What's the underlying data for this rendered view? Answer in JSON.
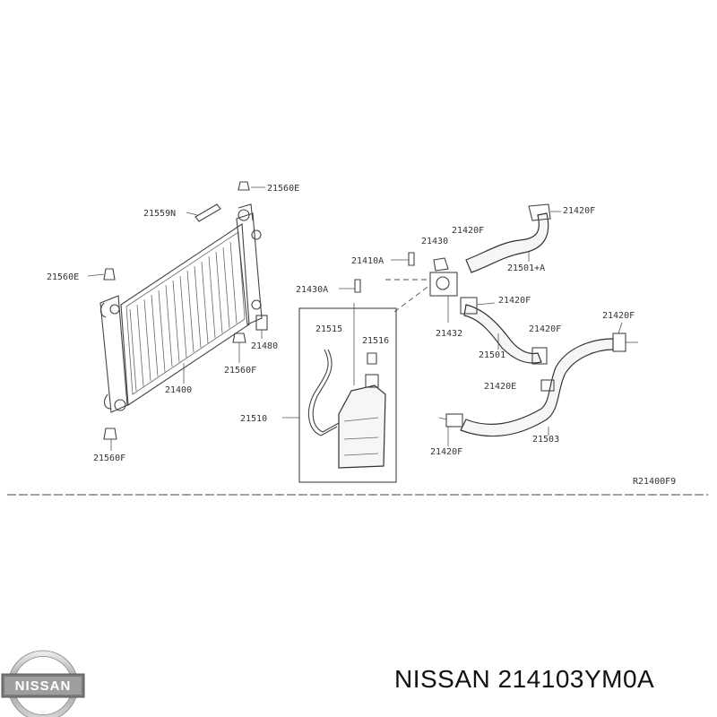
{
  "parts": {
    "p21560E_top": "21560E",
    "p21559N": "21559N",
    "p21560E_left": "21560E",
    "p21480": "21480",
    "p21560F_mid": "21560F",
    "p21400": "21400",
    "p21560F_bot": "21560F",
    "p21410A": "21410A",
    "p21430": "21430",
    "p21430A": "21430A",
    "p21432": "21432",
    "p21515": "21515",
    "p21516": "21516",
    "p21510": "21510",
    "p21420F_a": "21420F",
    "p21420F_b": "21420F",
    "p21501A": "21501+A",
    "p21420F_c": "21420F",
    "p21501": "21501",
    "p21420F_d": "21420F",
    "p21420F_e": "21420F",
    "p21420E": "21420E",
    "p21503": "21503",
    "p21420F_f": "21420F"
  },
  "diagram_code": "R21400F9",
  "brand": {
    "logo_text": "NISSAN",
    "caption": "NISSAN 214103YM0A"
  },
  "colors": {
    "line": "#444444",
    "text": "#333333",
    "background": "#ffffff"
  }
}
